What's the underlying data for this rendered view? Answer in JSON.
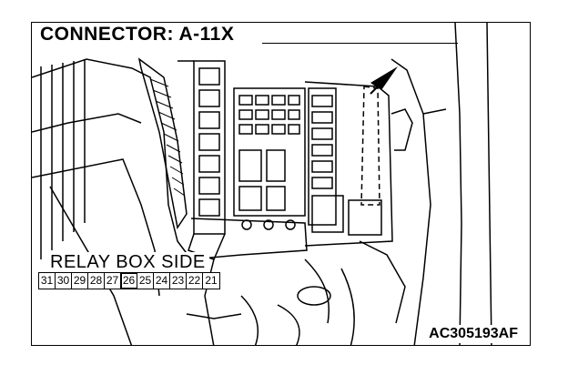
{
  "figure": {
    "title": "CONNECTOR: A-11X",
    "view_label": "RELAY BOX SIDE",
    "terminals": [
      "31",
      "30",
      "29",
      "28",
      "27",
      "26",
      "25",
      "24",
      "23",
      "22",
      "21"
    ],
    "highlighted_terminal": "26",
    "figure_code": "AC305193AF"
  }
}
